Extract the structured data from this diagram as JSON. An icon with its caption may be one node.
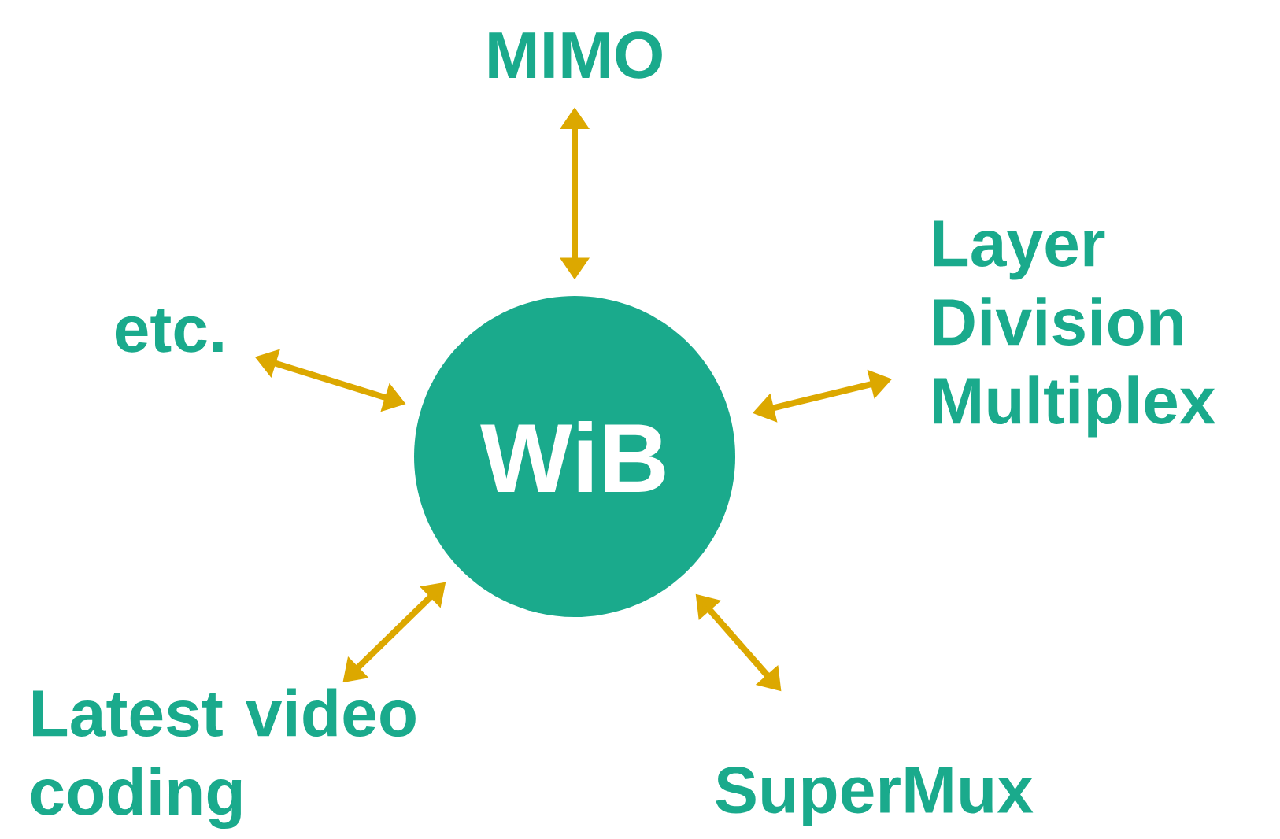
{
  "diagram": {
    "nodes": [
      {
        "text": [
          "WiB"
        ]
      },
      {
        "text": [
          "MIMO"
        ]
      },
      {
        "text": [
          "Layer Division Multiplex"
        ]
      },
      {
        "text": [
          "SuperMux"
        ]
      },
      {
        "text": [
          "Latest video coding"
        ]
      },
      {
        "text": [
          "etc."
        ]
      }
    ],
    "edges": [
      {
        "from": 0,
        "to": 1,
        "arrow": "both"
      },
      {
        "from": 0,
        "to": 2,
        "arrow": "both"
      },
      {
        "from": 0,
        "to": 3,
        "arrow": "both"
      },
      {
        "from": 0,
        "to": 4,
        "arrow": "both"
      },
      {
        "from": 0,
        "to": 5,
        "arrow": "both"
      }
    ]
  }
}
